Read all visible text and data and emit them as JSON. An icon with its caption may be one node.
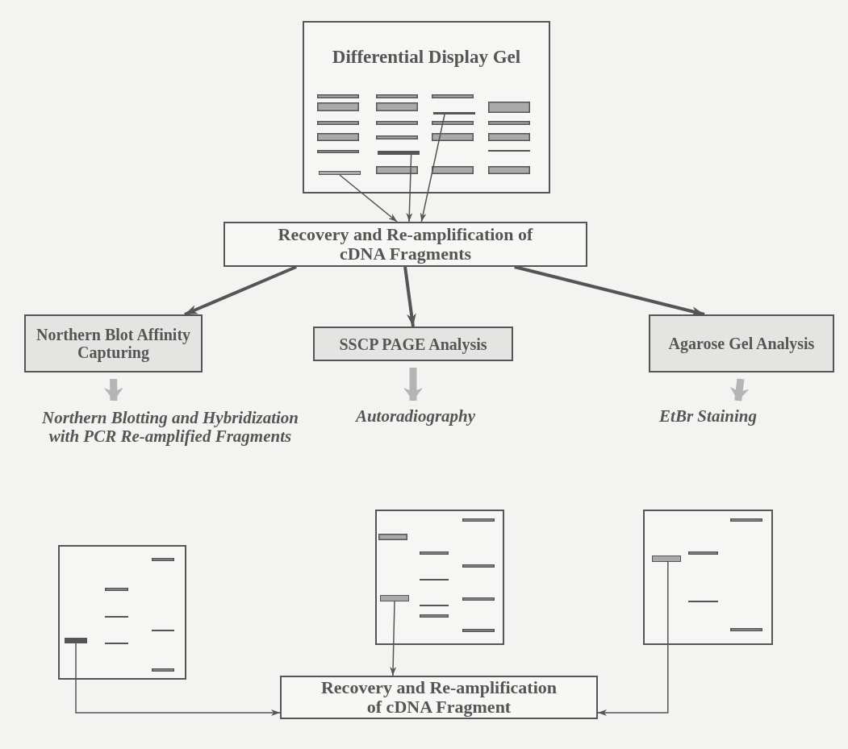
{
  "diagram": {
    "nodes": [
      {
        "text": [
          "Differential Display Gel"
        ]
      },
      {
        "text": [],
        "shape": "bar",
        "in": 0
      },
      {
        "text": [],
        "shape": "bar",
        "in": 0
      },
      {
        "text": [],
        "shape": "bar",
        "in": 0
      },
      {
        "text": [
          "Recovery and Re-amplification of cDNA Fragments"
        ]
      },
      {
        "text": [
          "Northern Blot Affinity Capturing"
        ]
      },
      {
        "text": [
          "SSCP PAGE Analysis"
        ]
      },
      {
        "text": [
          "Agarose Gel Analysis"
        ]
      },
      {
        "text": [
          "Northern Blotting and Hybridization with PCR Re-amplified Fragments"
        ]
      },
      {
        "text": [
          "Autoradiography"
        ]
      },
      {
        "text": [
          "EtBr Staining"
        ]
      },
      {
        "text": [],
        "shape": "box"
      },
      {
        "text": [],
        "shape": "bar",
        "in": 11
      },
      {
        "text": [],
        "shape": "box"
      },
      {
        "text": [],
        "shape": "bar",
        "in": 13
      },
      {
        "text": [],
        "shape": "box"
      },
      {
        "text": [],
        "shape": "bar",
        "in": 15
      },
      {
        "text": [
          "Recovery and Re-amplification of cDNA Fragment"
        ]
      }
    ],
    "edges": [
      {
        "from": 1,
        "to": 4,
        "arrow": "to"
      },
      {
        "from": 2,
        "to": 4,
        "arrow": "to"
      },
      {
        "from": 3,
        "to": 4,
        "arrow": "to"
      },
      {
        "from": 4,
        "to": 5,
        "arrow": "to",
        "style": "thick"
      },
      {
        "from": 4,
        "to": 6,
        "arrow": "to",
        "style": "thick"
      },
      {
        "from": 4,
        "to": 7,
        "arrow": "to",
        "style": "thick"
      },
      {
        "from": 5,
        "to": 8,
        "arrow": "to",
        "style": "thick",
        "color": "#b5b5b5"
      },
      {
        "from": 6,
        "to": 9,
        "arrow": "to",
        "style": "thick",
        "color": "#b5b5b5"
      },
      {
        "from": 7,
        "to": 10,
        "arrow": "to",
        "style": "thick",
        "color": "#b5b5b5"
      },
      {
        "from": 12,
        "to": 17,
        "arrow": "to"
      },
      {
        "from": 14,
        "to": 17,
        "arrow": "to"
      },
      {
        "from": 16,
        "to": 17,
        "arrow": "to"
      }
    ]
  }
}
